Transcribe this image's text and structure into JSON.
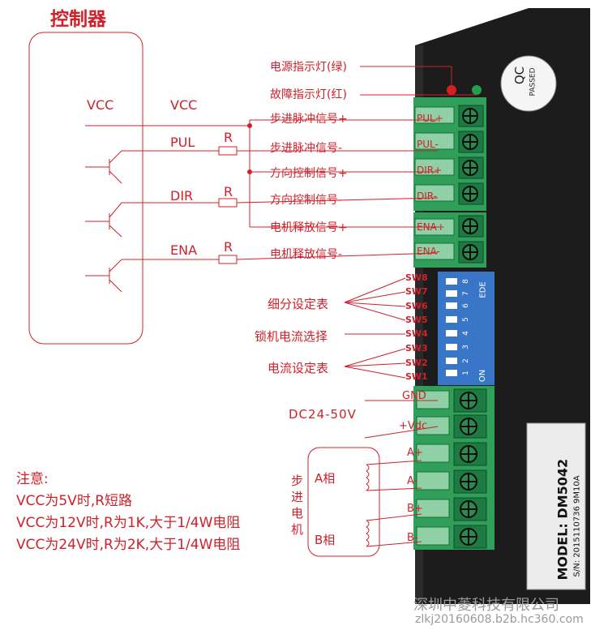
{
  "title": "控制器",
  "controller": {
    "vcc_left": "VCC",
    "vcc": "VCC",
    "pul": "PUL",
    "dir": "DIR",
    "ena": "ENA",
    "r1": "R",
    "r2": "R",
    "r3": "R"
  },
  "indicators": {
    "power": "电源指示灯(绿)",
    "fault": "故障指示灯(红)"
  },
  "signals": [
    "步进脉冲信号+",
    "步进脉冲信号-",
    "方向控制信号+",
    "方向控制信号-",
    "电机释放信号+",
    "电机释放信号-"
  ],
  "pins_top": [
    "PUL+",
    "PUL-",
    "DIR+",
    "DIR-",
    "ENA+",
    "ENA-"
  ],
  "switches": [
    "SW8",
    "SW7",
    "SW6",
    "SW5",
    "SW4",
    "SW3",
    "SW2",
    "SW1"
  ],
  "switch_groups": {
    "subdivision": "细分设定表",
    "lock_current": "锁机电流选择",
    "current": "电流设定表"
  },
  "power": {
    "label": "DC24-50V",
    "gnd": "GND",
    "vdc": "+Vdc"
  },
  "motor": {
    "title_chars": [
      "步",
      "进",
      "电",
      "机"
    ],
    "phase_a": "A相",
    "phase_b": "B相",
    "pins": [
      "A+",
      "A-",
      "B+",
      "B-"
    ]
  },
  "device": {
    "qc": "QC",
    "passed": "PASSED",
    "model": "MODEL: DM5042",
    "sn": "S/N: 2015110736 9M10A",
    "dip_brand": "EDE",
    "dip_on": "ON",
    "dip_numbers": [
      "1",
      "2",
      "3",
      "4",
      "5",
      "6",
      "7",
      "8"
    ]
  },
  "notes": {
    "heading": "注意:",
    "line1": "VCC为5V时,R短路",
    "line2": "VCC为12V时,R为1K,大于1/4W电阻",
    "line3": "VCC为24V时,R为2K,大于1/4W电阻"
  },
  "watermark": {
    "company": "深圳中菱科技有限公司",
    "site": "zlkj20160608.b2b.hc360.com"
  },
  "colors": {
    "red": "#d0202a",
    "terminal_green": "#2f9f5a",
    "driver_black": "#1c1c1c",
    "dip_blue": "#3a76c8"
  }
}
